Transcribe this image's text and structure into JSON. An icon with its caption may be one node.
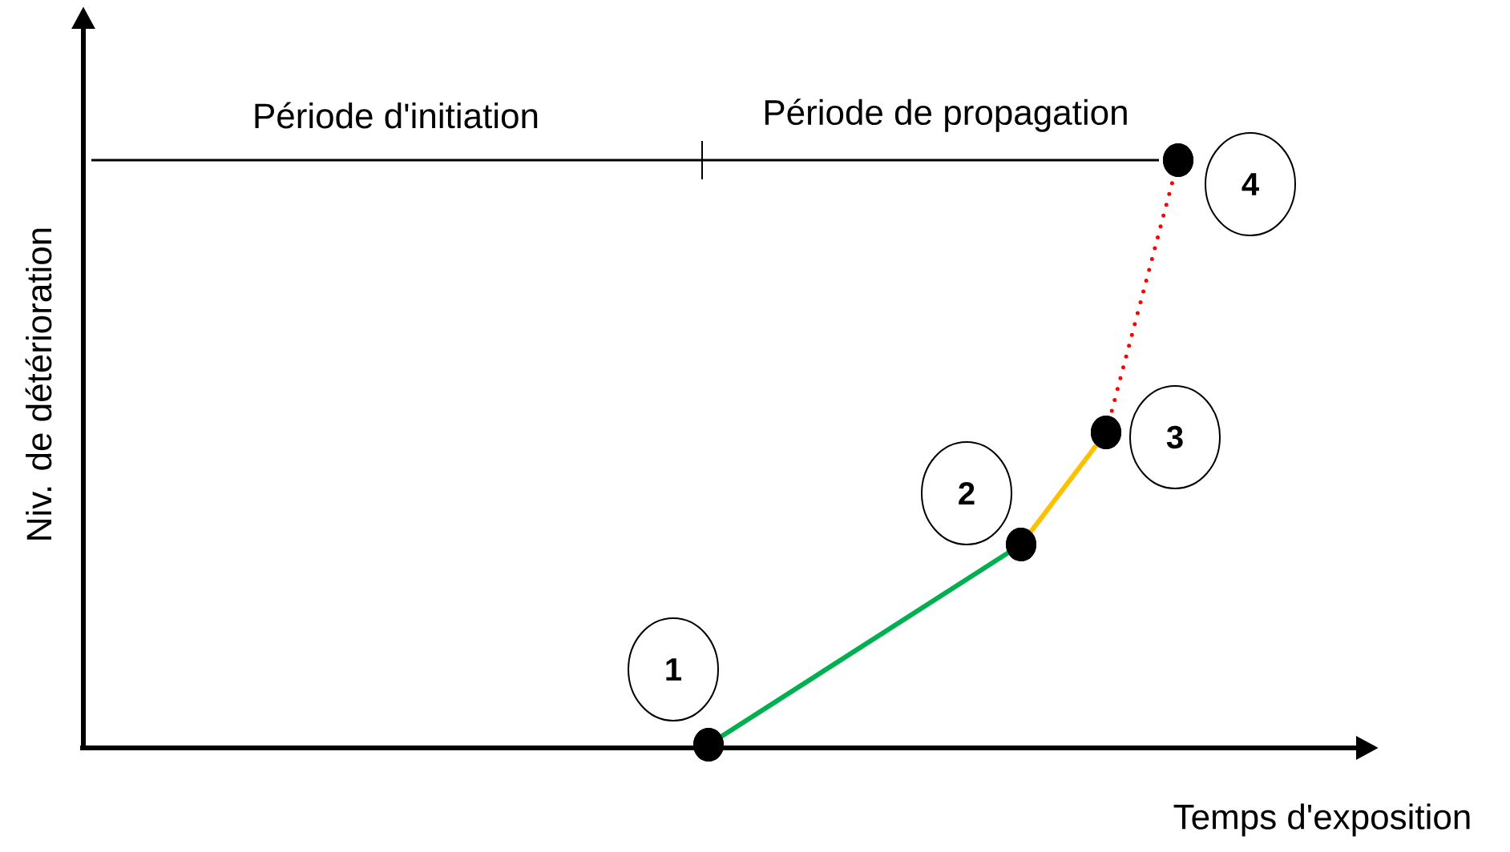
{
  "diagram": {
    "nodes": [
      {
        "text": [],
        "shape": "circle"
      },
      {
        "text": [],
        "shape": "circle"
      },
      {
        "text": [],
        "shape": "circle"
      },
      {
        "text": [],
        "shape": "circle"
      },
      {
        "text": [
          "1"
        ]
      },
      {
        "text": [
          "2"
        ]
      },
      {
        "text": [
          "3"
        ]
      },
      {
        "text": [
          "4"
        ]
      }
    ],
    "edges": [
      {
        "from": 0,
        "to": 1,
        "arrow": "none",
        "color": "#00b050"
      },
      {
        "from": 1,
        "to": 2,
        "arrow": "none",
        "color": "#ffc000"
      },
      {
        "from": 2,
        "to": 3,
        "arrow": "none",
        "style": "dashed",
        "color": "#ff0000"
      }
    ],
    "labels": [
      "Période d'initiation",
      "Période de propagation",
      "Niv. de détérioration",
      "Temps d'exposition"
    ]
  }
}
